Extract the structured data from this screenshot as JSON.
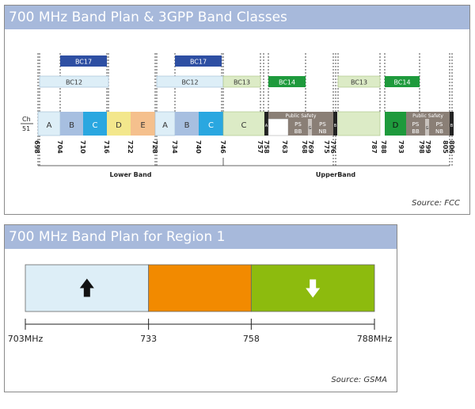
{
  "top": {
    "title": "700 MHz Band Plan & 3GPP Band Classes",
    "source": "Source: FCC",
    "ch_label": [
      "Ch",
      "51"
    ],
    "lower_band_label": "Lower Band",
    "upper_band_label": "UpperBand",
    "band_class_labels": [
      "BC17",
      "BC17",
      "BC12",
      "BC12",
      "BC13",
      "BC14",
      "BC13",
      "BC14"
    ],
    "lower_blocks": [
      "A",
      "B",
      "C",
      "D",
      "E",
      "A",
      "B",
      "C",
      "C"
    ],
    "upper_blocks": [
      "A",
      "B",
      "D",
      "B"
    ],
    "public_safety": [
      "Public Safety",
      "Public Safety"
    ],
    "ps_labels": [
      [
        "PS",
        "BB"
      ],
      [
        "PS",
        "NB"
      ],
      [
        "PS",
        "BB"
      ],
      [
        "PS",
        "NB"
      ]
    ],
    "guard_labels": [
      "G",
      "G"
    ],
    "freqs": [
      "698",
      "704",
      "710",
      "716",
      "722",
      "728",
      "734",
      "740",
      "746",
      "757",
      "758",
      "763",
      "768",
      "769",
      "775",
      "776",
      "787",
      "788",
      "793",
      "798",
      "799",
      "805",
      "806"
    ],
    "colors": {
      "bc17": "#2e4fa3",
      "bc12": "#ddeef7",
      "bc13": "#dcebc6",
      "bc14": "#1e9a3c",
      "blockLight": "#ddeef7",
      "blockMid": "#a7bfe0",
      "blockBlue": "#2aa7e0",
      "blockD": "#f3e78c",
      "blockE": "#f5c08d",
      "publicSafety": "#8a7f76",
      "blockUpperD": "#1e9a3c"
    }
  },
  "bottom": {
    "title": "700 MHz Band Plan for Region 1",
    "source": "Source: GSMA",
    "chart_data": {
      "type": "bar",
      "orientation": "horizontal",
      "segments": [
        {
          "start": 703,
          "end": 733,
          "color": "#ddeef7",
          "icon": "up-arrow-icon"
        },
        {
          "start": 733,
          "end": 758,
          "color": "#f28a00",
          "icon": ""
        },
        {
          "start": 758,
          "end": 788,
          "color": "#8dbb0e",
          "icon": "down-arrow-icon"
        }
      ],
      "tick_labels": [
        "703MHz",
        "733",
        "758",
        "788MHz"
      ],
      "tick_values": [
        703,
        733,
        758,
        788
      ]
    }
  }
}
